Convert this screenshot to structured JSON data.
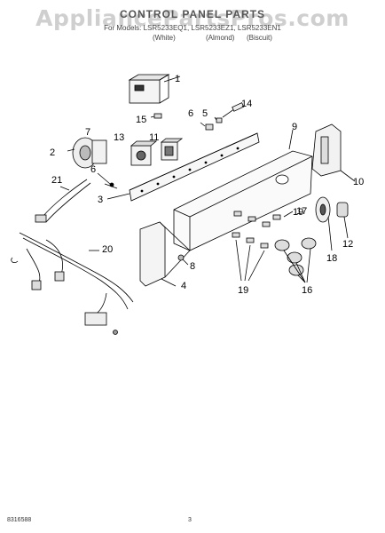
{
  "header": {
    "watermark": "AppliancePartsPros.com",
    "title": "CONTROL PANEL PARTS",
    "models": "For Models: LSR5233EQ1, LSR5233EZ1, LSR5233EN1",
    "variants": [
      "(White)",
      "(Almond)",
      "(Biscuit)"
    ]
  },
  "callouts": [
    "1",
    "2",
    "3",
    "4",
    "5",
    "6",
    "6",
    "7",
    "8",
    "9",
    "10",
    "11",
    "12",
    "13",
    "14",
    "15",
    "16",
    "17",
    "18",
    "19",
    "19",
    "20",
    "21"
  ],
  "footer": {
    "code": "8316588",
    "page": "3"
  }
}
